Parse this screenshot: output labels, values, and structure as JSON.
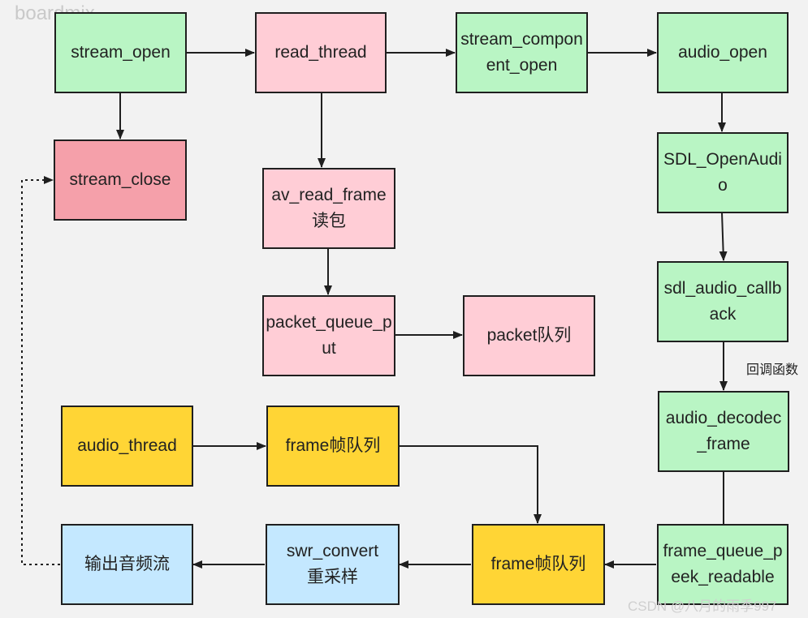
{
  "watermark_top": "boardmix",
  "watermark_bottom": "CSDN @八月的雨季997",
  "colors": {
    "green": "#b9f5c4",
    "pink": "#ffcdd6",
    "red": "#f5a0aa",
    "yellow": "#ffd535",
    "blue": "#c4e8ff"
  },
  "nodes": {
    "stream_open": "stream_open",
    "read_thread": "read_thread",
    "stream_component_open": "stream_component_open",
    "audio_open": "audio_open",
    "stream_close": "stream_close",
    "av_read_frame": "av_read_frame\n读包",
    "sdl_openaudio": "SDL_OpenAudio",
    "packet_queue_put": "packet_queue_put",
    "packet_queue": "packet队列",
    "sdl_audio_callback": "sdl_audio_callback",
    "callback_label": "回调函数",
    "audio_decode_frame": "audio_decodec_frame",
    "audio_thread": "audio_thread",
    "frame_queue_1": "frame帧队列",
    "output_stream": "输出音频流",
    "swr_convert": "swr_convert\n重采样",
    "frame_queue_2": "frame帧队列",
    "frame_queue_peek_readable": "frame_queue_peek_readable"
  }
}
